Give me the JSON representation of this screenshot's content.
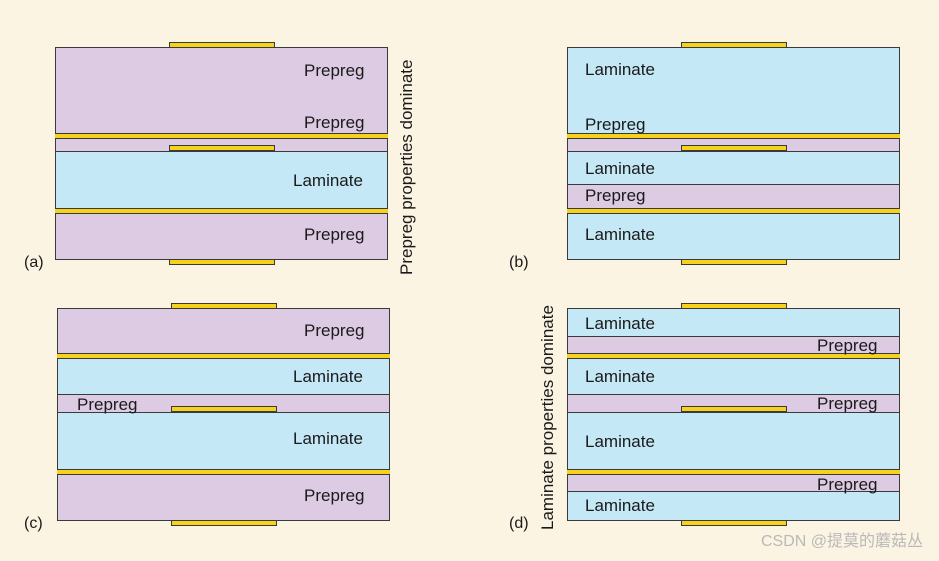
{
  "layers": {
    "prepreg": "Prepreg",
    "laminate": "Laminate"
  },
  "panel_labels": {
    "a": "(a)",
    "b": "(b)",
    "c": "(c)",
    "d": "(d)"
  },
  "side_notes": {
    "prepreg_dominate": "Prepreg properties dominate",
    "laminate_dominate": "Laminate properties dominate"
  },
  "colors": {
    "prepreg": "#dccbe2",
    "laminate": "#c4e8f6",
    "copper": "#f6d21c",
    "background": "#fcf4e3"
  },
  "watermark": "CSDN @提莫的蘑菇丛"
}
